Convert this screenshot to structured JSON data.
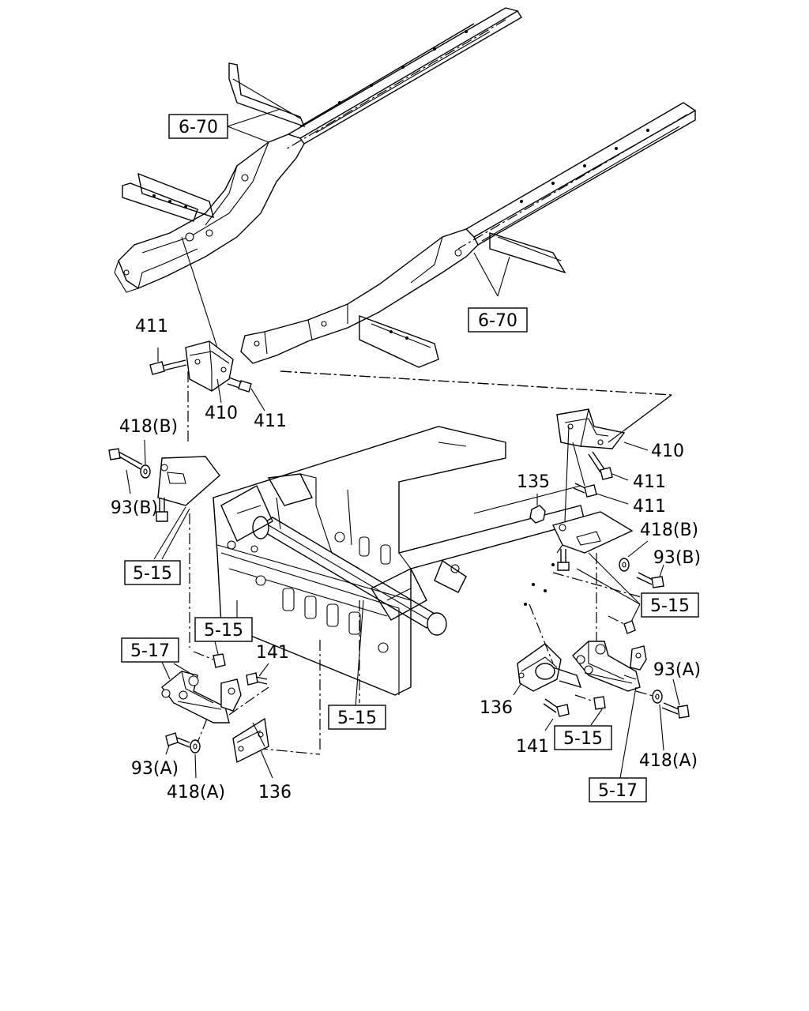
{
  "labels": {
    "ref_6_70_a": "6-70",
    "ref_6_70_b": "6-70",
    "ref_5_15_left": "5-15",
    "ref_5_15_left_small": "5-15",
    "ref_5_17_left": "5-17",
    "ref_5_15_center": "5-15",
    "ref_5_15_right": "5-15",
    "ref_5_15_right_small": "5-15",
    "ref_5_17_right": "5-17",
    "p411_a": "411",
    "p411_b": "411",
    "p410_left": "410",
    "p418b_left": "418(B)",
    "p93b_left": "93(B)",
    "p141_left": "141",
    "p93a_left": "93(A)",
    "p418a_left": "418(A)",
    "p136_left": "136",
    "p410_right": "410",
    "p411_c": "411",
    "p411_d": "411",
    "p135": "135",
    "p418b_right": "418(B)",
    "p93b_right": "93(B)",
    "p93a_right": "93(A)",
    "p136_right": "136",
    "p141_right": "141",
    "p418a_right": "418(A)"
  }
}
